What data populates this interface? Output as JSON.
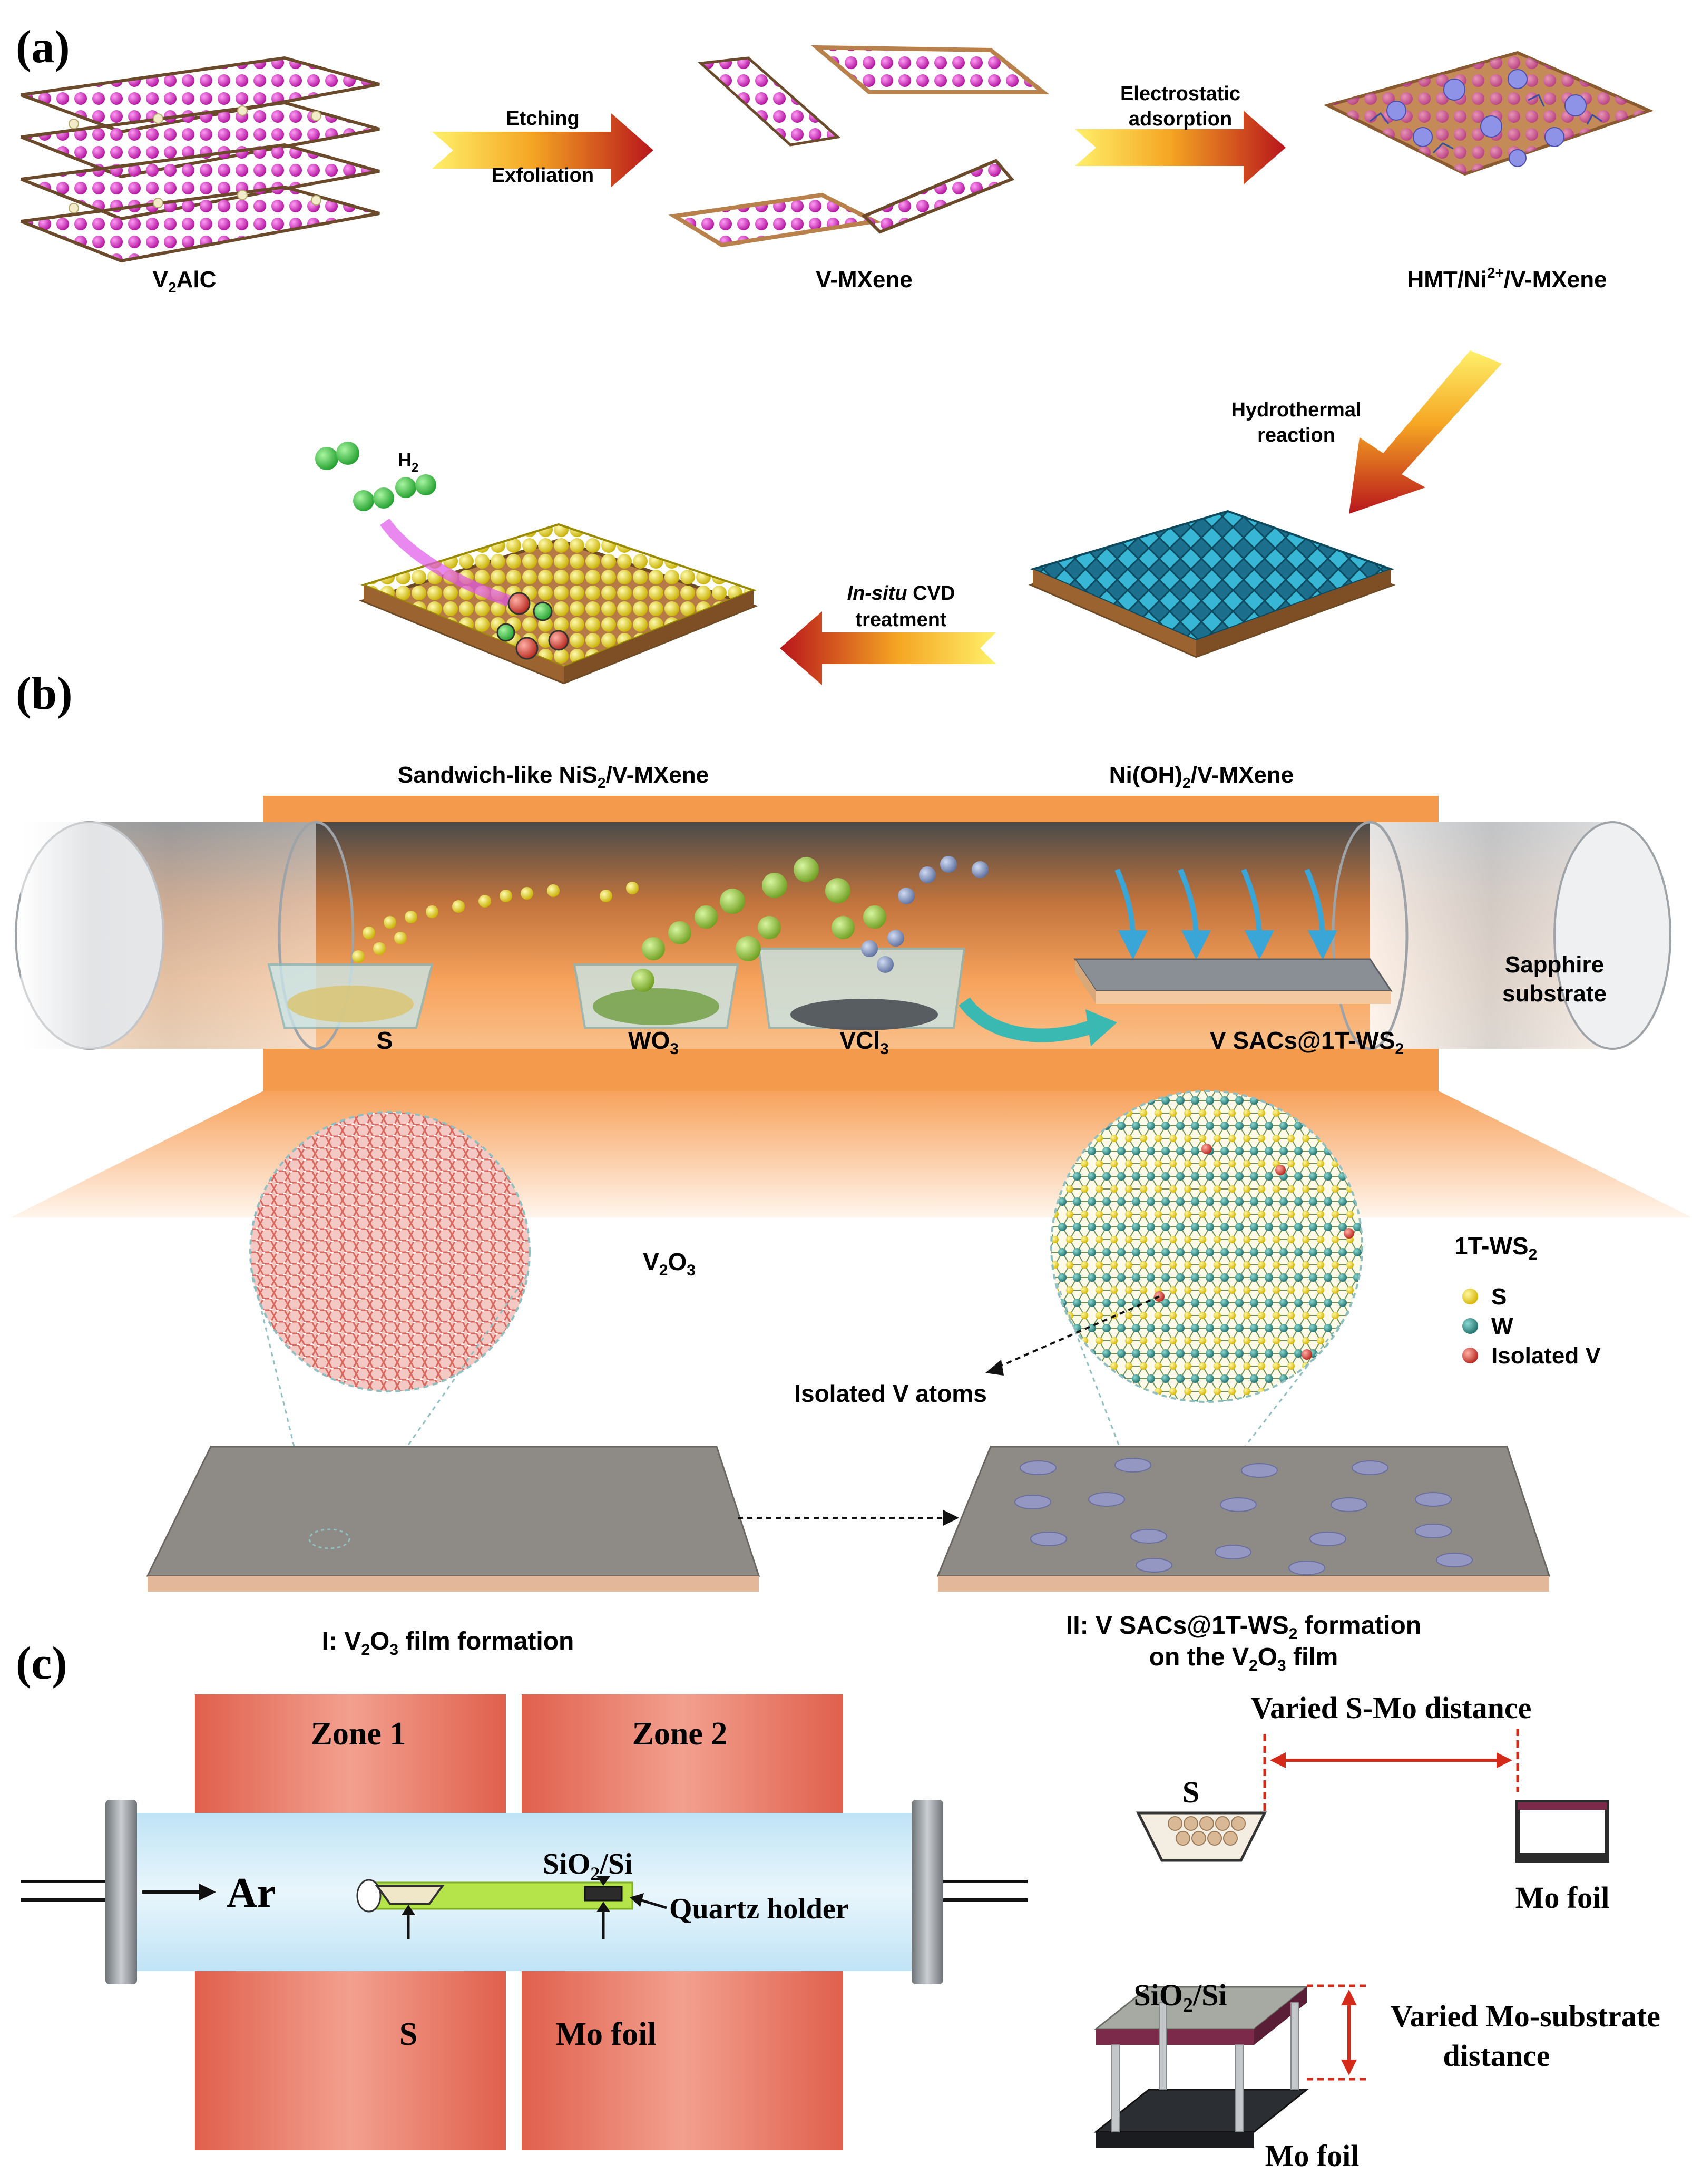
{
  "panel_labels": {
    "a": "(a)",
    "b": "(b)",
    "c": "(c)"
  },
  "panel_a": {
    "v2alc": [
      "V",
      "2",
      "AlC"
    ],
    "arrow1_top": "Etching",
    "arrow1_bottom": "Exfoliation",
    "vmxene": "V-MXene",
    "arrow2_top": "Electrostatic",
    "arrow2_bottom": "adsorption",
    "hmt": [
      "HMT/Ni",
      "2+",
      "/V-MXene"
    ],
    "arrow3_top": "Hydrothermal",
    "arrow3_bottom": "reaction",
    "nioh": [
      "Ni(OH)",
      "2",
      "/V-MXene"
    ],
    "arrow4_top": "In-situ",
    "arrow4_top_rest": " CVD",
    "arrow4_bottom": "treatment",
    "nis2": [
      "Sandwich-like NiS",
      "2",
      "/V-MXene"
    ],
    "h2": [
      "H",
      "2"
    ]
  },
  "panel_b": {
    "s": "S",
    "wo3": [
      "WO",
      "3"
    ],
    "vcl3": [
      "VCl",
      "3"
    ],
    "product": [
      "V SACs@1T-WS",
      "2"
    ],
    "sapphire_1": "Sapphire",
    "sapphire_2": "substrate",
    "v2o3": [
      "V",
      "2",
      "O",
      "3"
    ],
    "ws2_1t": [
      "1T-WS",
      "2"
    ],
    "legend": [
      "S",
      "W",
      "Isolated V"
    ],
    "isolated": "Isolated V atoms",
    "step1": [
      "I: V",
      "2",
      "O",
      "3",
      " film formation"
    ],
    "step2_l1": [
      "II: V SACs@1T-WS",
      "2",
      " formation"
    ],
    "step2_l2": [
      "on the V",
      "2",
      "O",
      "3",
      " film"
    ],
    "colors": {
      "S": "#f2dc2b",
      "W": "#2f8f8a",
      "V": "#d9463a",
      "tube_glow": "#f39a4d"
    }
  },
  "panel_c": {
    "zone1": "Zone 1",
    "zone2": "Zone 2",
    "ar": "Ar",
    "sio2_si": [
      "SiO",
      "2",
      "/Si"
    ],
    "quartz": "Quartz holder",
    "s": "S",
    "mo_foil": "Mo foil",
    "varied_s_mo": "Varied S-Mo distance",
    "s_right": "S",
    "mo_foil_right": "Mo foil",
    "sio2_si_right": [
      "SiO",
      "2",
      "/Si"
    ],
    "varied_mo_sub_1": "Varied Mo-substrate",
    "varied_mo_sub_2": "distance",
    "mo_foil_bottom": "Mo foil"
  }
}
